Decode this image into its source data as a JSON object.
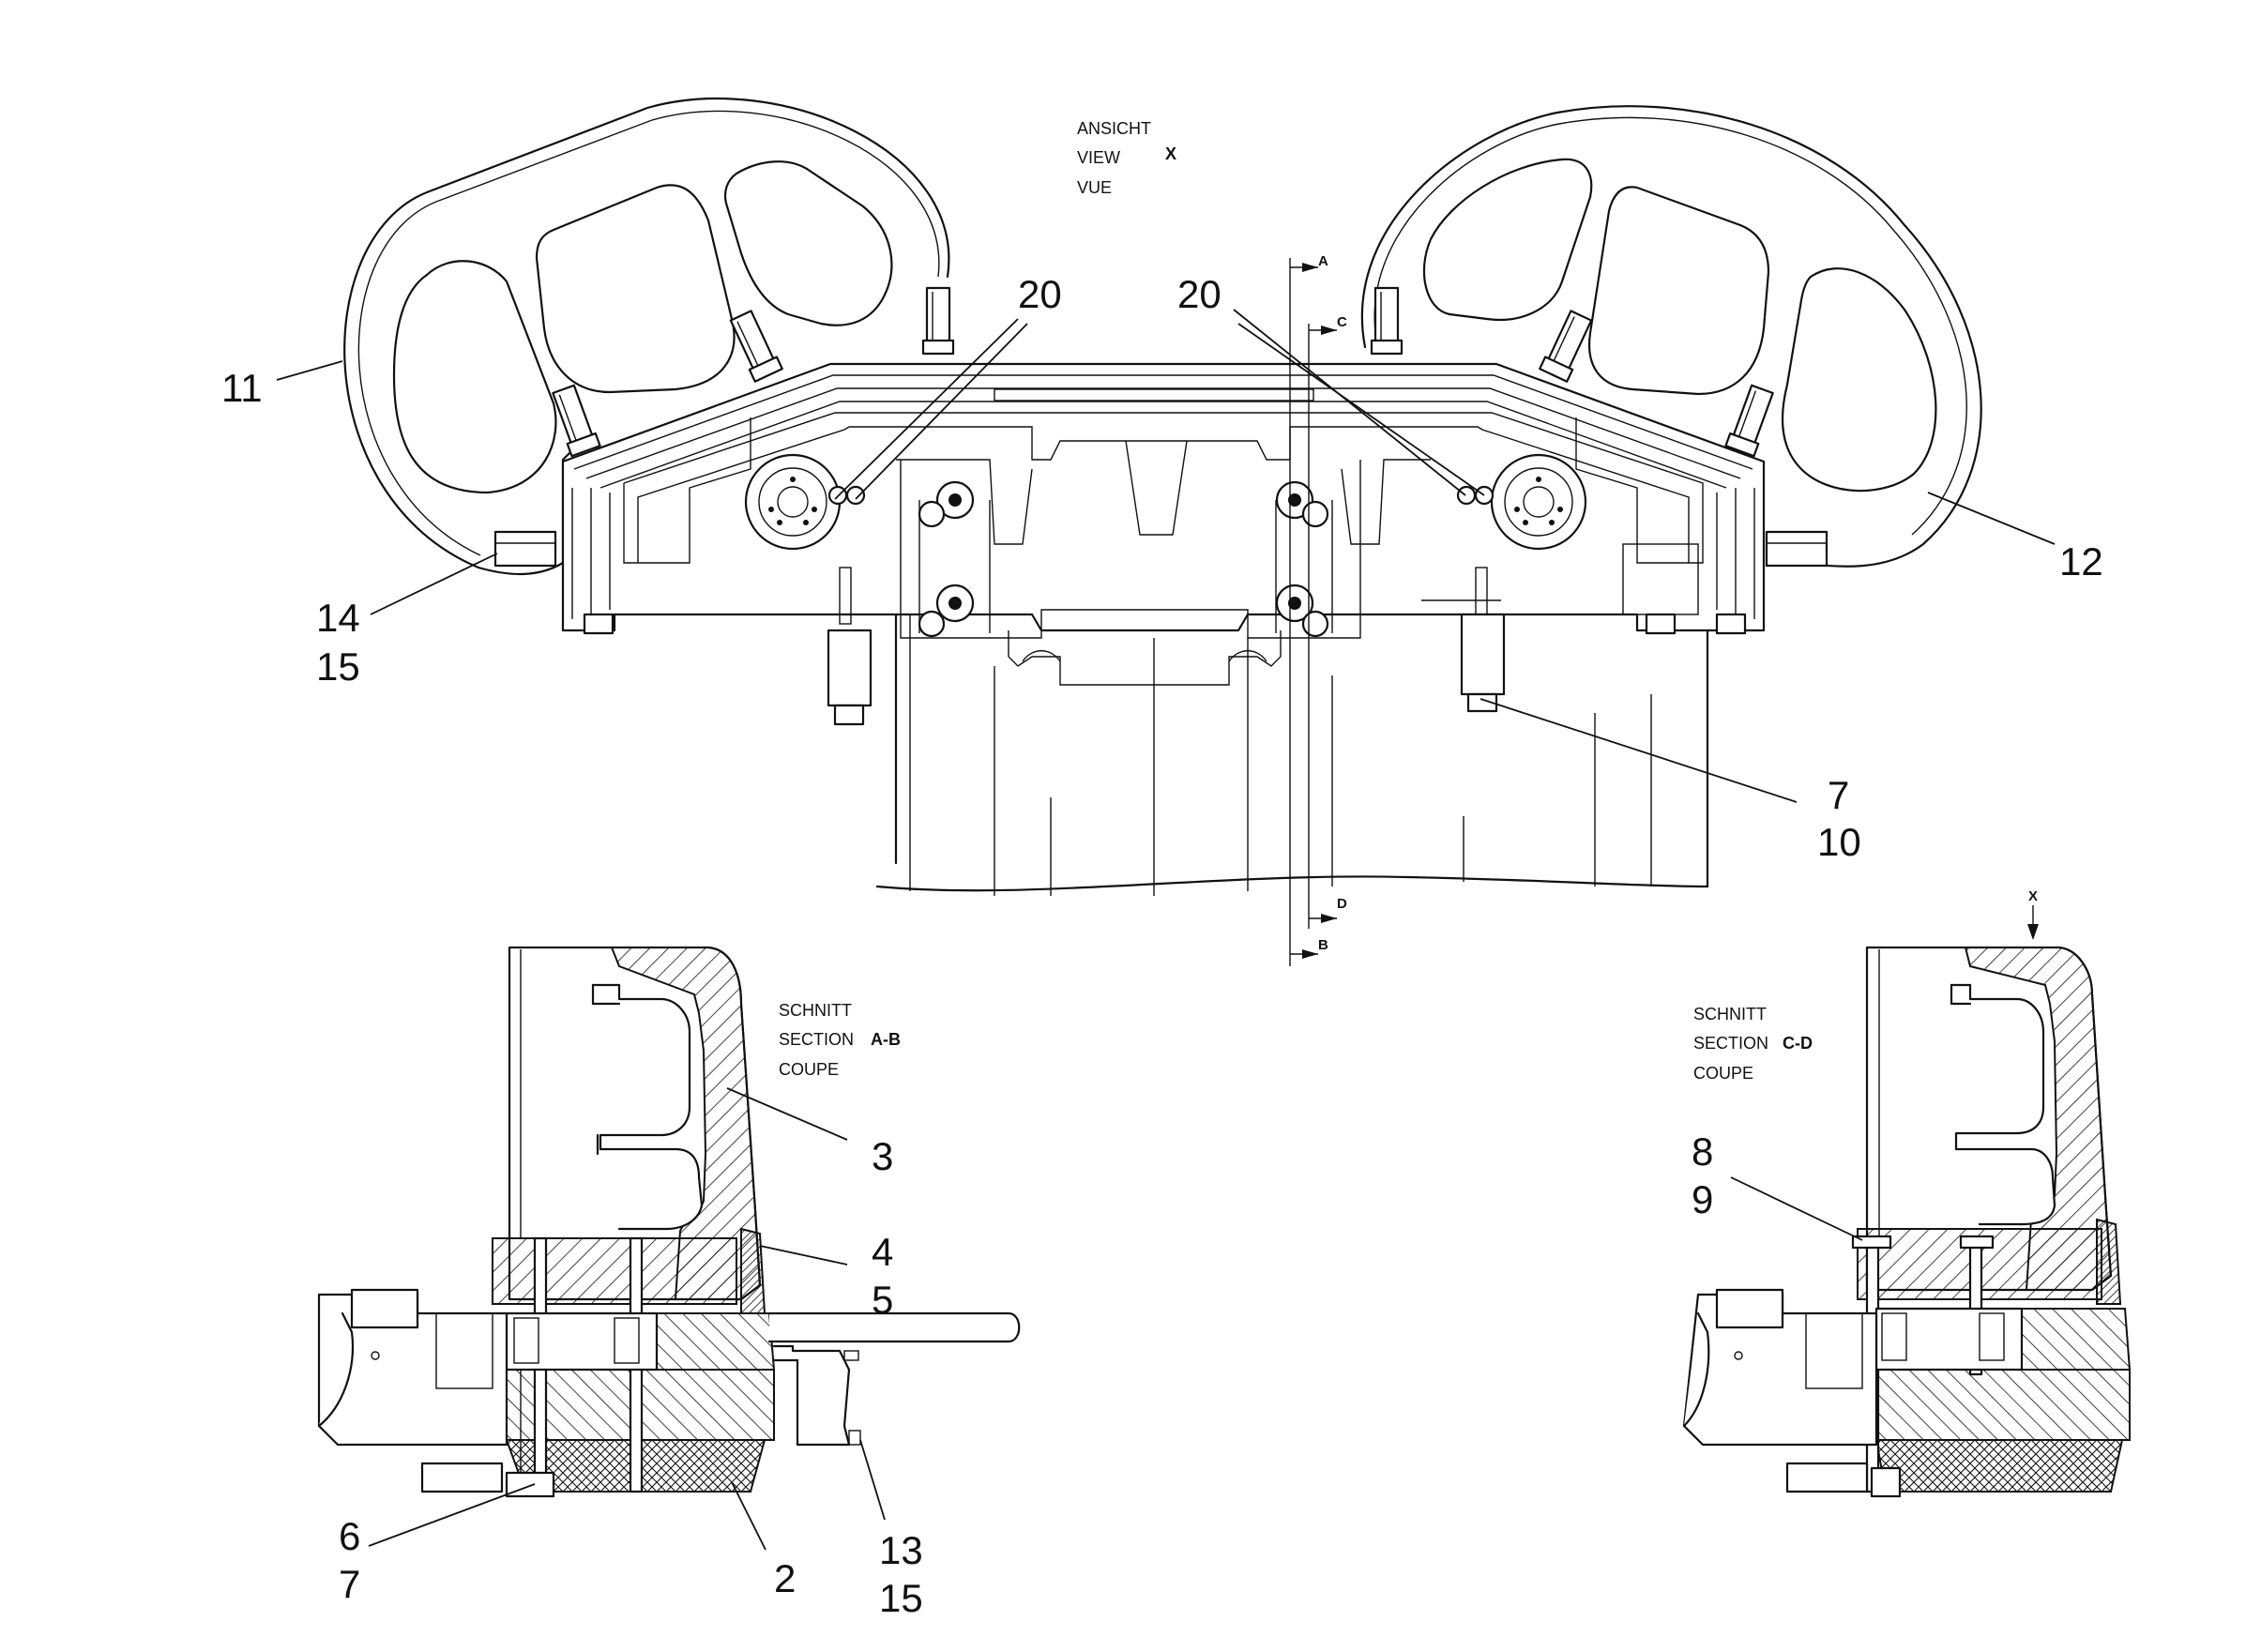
{
  "views": {
    "view_x": {
      "lines": [
        "ANSICHT",
        "VIEW",
        "VUE"
      ],
      "marker": "X"
    },
    "section_ab": {
      "lines": [
        "SCHNITT",
        "SECTION",
        "COUPE"
      ],
      "marker": "A-B"
    },
    "section_cd": {
      "lines": [
        "SCHNITT",
        "SECTION",
        "COUPE"
      ],
      "marker": "C-D"
    }
  },
  "section_marks": {
    "a": "A",
    "b": "B",
    "c": "C",
    "d": "D",
    "x": "X"
  },
  "callouts": {
    "c11": "11",
    "c12": "12",
    "c20_left": "20",
    "c20_right": "20",
    "c14": "14",
    "c15_top": "15",
    "c7_top": "7",
    "c10": "10",
    "c3": "3",
    "c4": "4",
    "c5": "5",
    "c6": "6",
    "c7_bottom": "7",
    "c2": "2",
    "c13": "13",
    "c15_bottom": "15",
    "c8": "8",
    "c9": "9"
  },
  "colors": {
    "ink": "#111111",
    "paper": "#ffffff"
  }
}
